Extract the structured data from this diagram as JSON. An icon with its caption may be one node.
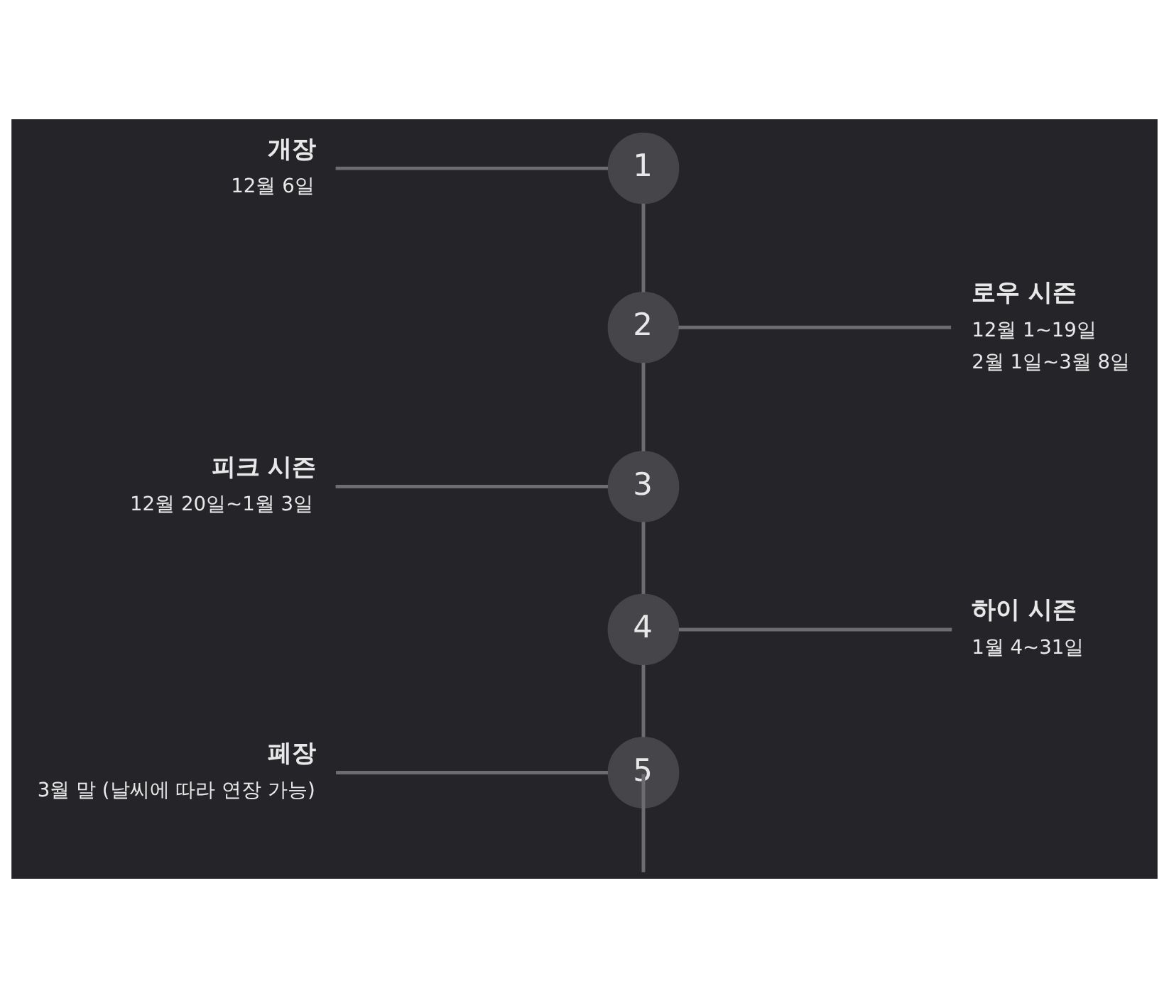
{
  "diagram": {
    "nodes": [
      {
        "text": [
          "개장",
          "12월 6일"
        ]
      },
      {
        "text": [
          "1"
        ]
      },
      {
        "text": [
          "2"
        ]
      },
      {
        "text": [
          "로우 시즌",
          "12월 1~19일",
          "2월 1일~3월 8일"
        ]
      },
      {
        "text": [
          "피크 시즌",
          "12월 20일~1월 3일"
        ]
      },
      {
        "text": [
          "3"
        ]
      },
      {
        "text": [
          "4"
        ]
      },
      {
        "text": [
          "하이 시즌",
          "1월 4~31일"
        ]
      },
      {
        "text": [
          "폐장",
          "3월 말 (날씨에 따라 연장 가능)"
        ]
      },
      {
        "text": [
          "5"
        ]
      }
    ],
    "edges": [
      {
        "from": 0,
        "to": 1,
        "arrow": "none"
      },
      {
        "from": 1,
        "to": 2,
        "arrow": "none"
      },
      {
        "from": 2,
        "to": 3,
        "arrow": "none"
      },
      {
        "from": 4,
        "to": 5,
        "arrow": "none"
      },
      {
        "from": 2,
        "to": 5,
        "arrow": "none"
      },
      {
        "from": 5,
        "to": 6,
        "arrow": "none"
      },
      {
        "from": 6,
        "to": 7,
        "arrow": "none"
      },
      {
        "from": 8,
        "to": 9,
        "arrow": "none"
      },
      {
        "from": 6,
        "to": 9,
        "arrow": "none"
      },
      {
        "from": 9,
        "to": null,
        "arrow": "none"
      }
    ]
  }
}
